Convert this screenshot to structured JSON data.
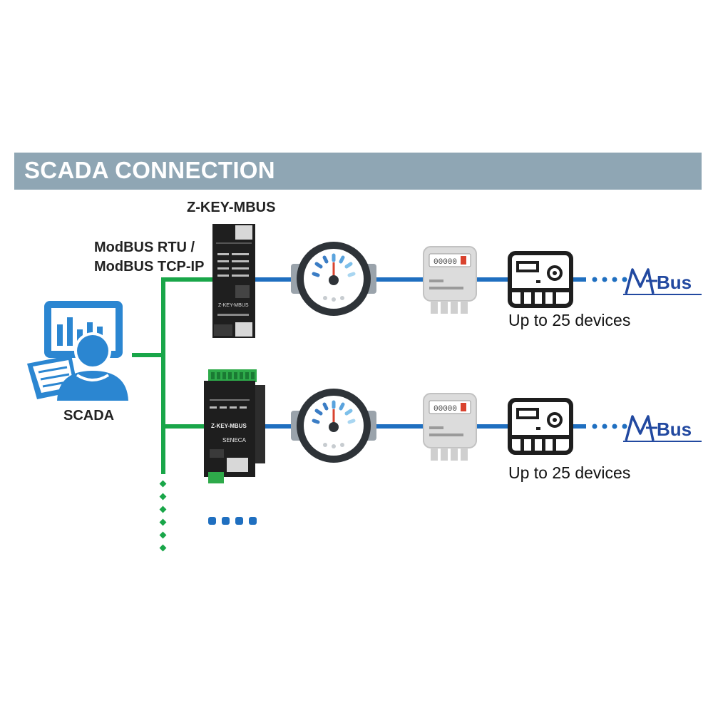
{
  "header": {
    "title": "SCADA CONNECTION"
  },
  "labels": {
    "device_name": "Z-KEY-MBUS",
    "protocol_line1": "ModBUS RTU /",
    "protocol_line2": "ModBUS TCP-IP",
    "scada": "SCADA",
    "devices_row1": "Up to 25 devices",
    "devices_row2": "Up to 25 devices"
  },
  "device_labels": {
    "zkey_small": "Z-KEY-MBUS",
    "zkey_front": "Z-KEY-MBUS",
    "seneca": "SENECA"
  },
  "meter_display": "00000",
  "mbus_logo": {
    "text": "Bus"
  },
  "colors": {
    "header": "#8fa6b4",
    "modbus_line": "#19a649",
    "mbus_line": "#1f6fc0",
    "scada_icon": "#2b86d1",
    "mbus_logo": "#2249a0"
  },
  "icons": [
    "scada-workstation-icon",
    "gateway-device-icon",
    "flow-meter-icon",
    "energy-meter-icon",
    "heat-meter-icon",
    "mbus-logo-icon"
  ]
}
